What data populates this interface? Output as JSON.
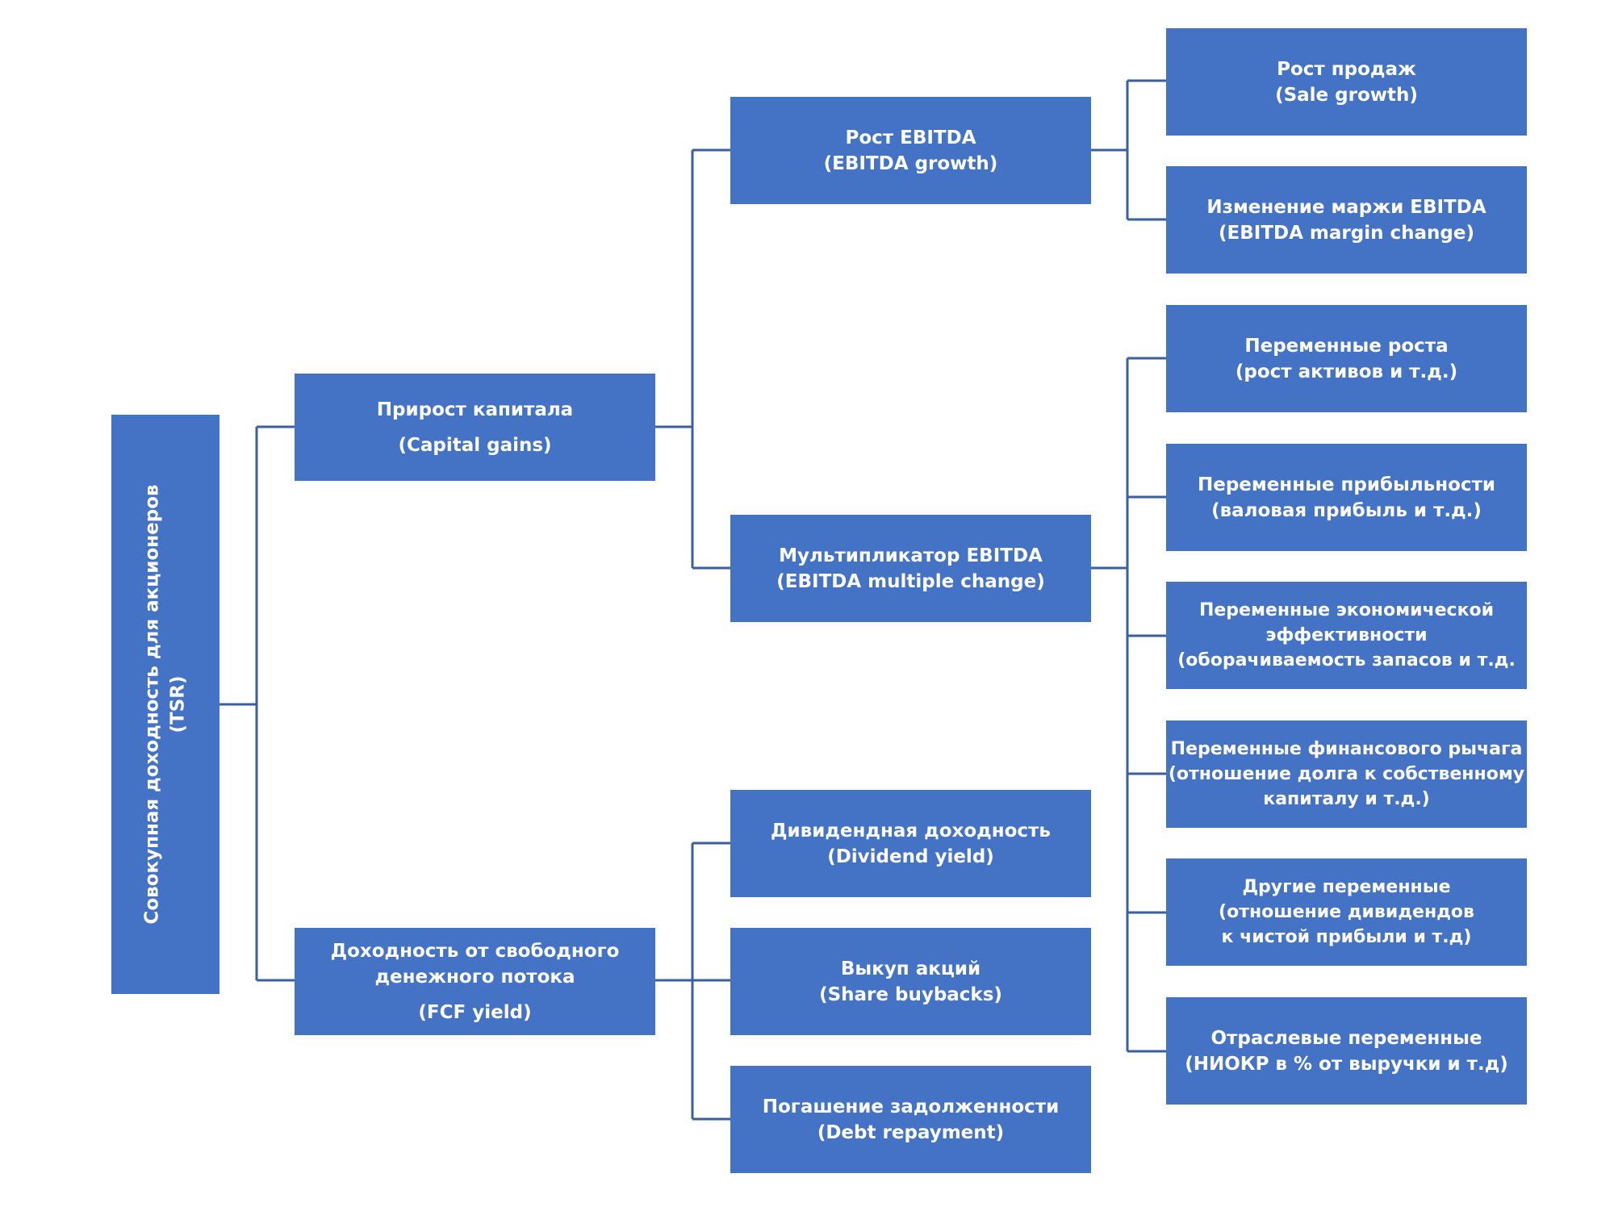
{
  "diagram": {
    "root": {
      "line1": "Совокупная доходность для акционеров",
      "line2": "(TSR)"
    },
    "capital_gains": {
      "line1": "Прирост капитала",
      "line2": "(Capital gains)"
    },
    "fcf_yield": {
      "line1": "Доходность от свободного",
      "line2": "денежного потока",
      "line3": "(FCF yield)"
    },
    "ebitda_growth": {
      "line1": "Рост EBITDA",
      "line2": "(EBITDA growth)"
    },
    "ebitda_multiple": {
      "line1": "Мультипликатор EBITDA",
      "line2": "(EBITDA multiple change)"
    },
    "dividend_yield": {
      "line1": "Дивидендная доходность",
      "line2": "(Dividend yield)"
    },
    "share_buybacks": {
      "line1": "Выкуп акций",
      "line2": "(Share buybacks)"
    },
    "debt_repayment": {
      "line1": "Погашение задолженности",
      "line2": "(Debt repayment)"
    },
    "sale_growth": {
      "line1": "Рост продаж",
      "line2": "(Sale growth)"
    },
    "margin_change": {
      "line1": "Изменение маржи EBITDA",
      "line2": "(EBITDA margin change)"
    },
    "growth_vars": {
      "line1": "Переменные роста",
      "line2": "(рост активов и т.д.)"
    },
    "profit_vars": {
      "line1": "Переменные прибыльности",
      "line2": "(валовая прибыль и т.д.)"
    },
    "efficiency_vars": {
      "line1": "Переменные экономической",
      "line2": "эффективности",
      "line3": "(оборачиваемость запасов и т.д."
    },
    "leverage_vars": {
      "line1": "Переменные финансового рычага",
      "line2": "(отношение долга к собственному",
      "line3": "капиталу и т.д.)"
    },
    "other_vars": {
      "line1": "Другие переменные",
      "line2": "(отношение дивидендов",
      "line3": "к чистой прибыли и т.д)"
    },
    "industry_vars": {
      "line1": "Отраслевые переменные",
      "line2": "(НИОКР в % от выручки и т.д)"
    },
    "colors": {
      "box_fill": "#4472c4",
      "connector": "#3b5f9f",
      "text": "#ffffff"
    }
  }
}
